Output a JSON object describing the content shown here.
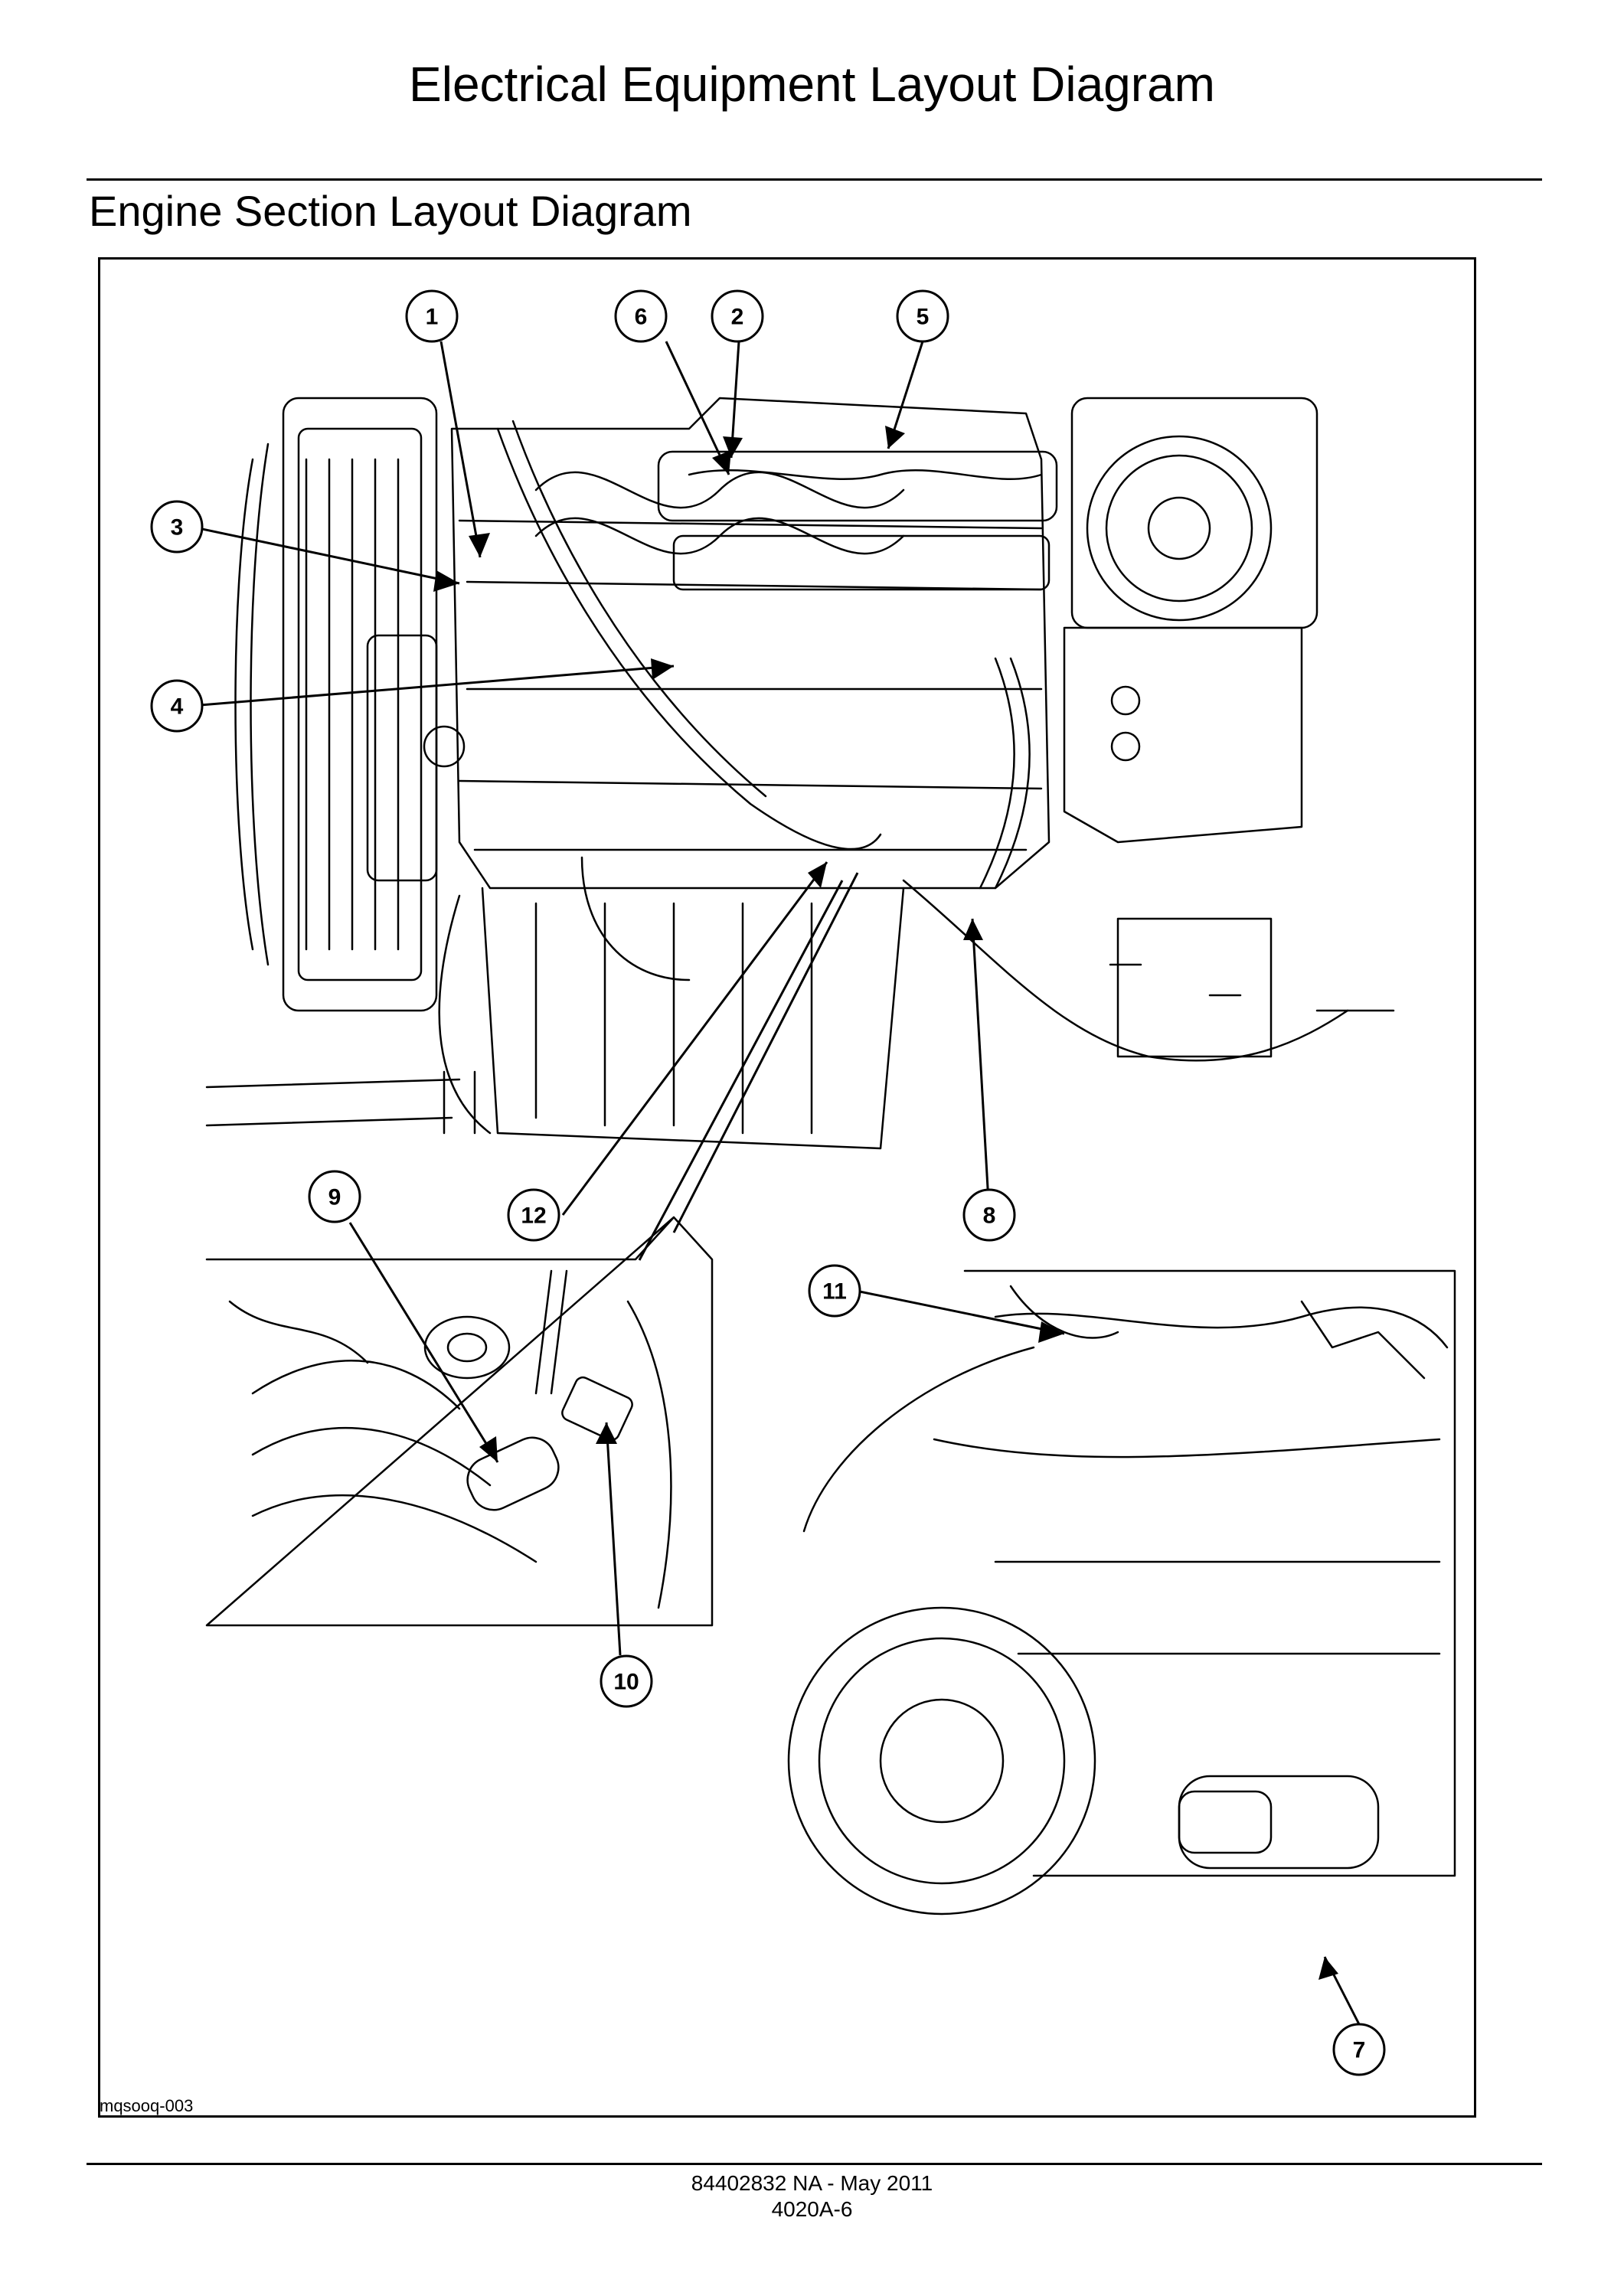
{
  "page": {
    "title": "Electrical Equipment Layout Diagram",
    "section_title": "Engine Section Layout Diagram"
  },
  "figure": {
    "code": "mqsooq-003",
    "callouts": [
      "1",
      "2",
      "3",
      "4",
      "5",
      "6",
      "7",
      "8",
      "9",
      "10",
      "11",
      "12"
    ]
  },
  "footer": {
    "doc_line": "84402832 NA - May 2011",
    "page_ref": "4020A-6"
  }
}
